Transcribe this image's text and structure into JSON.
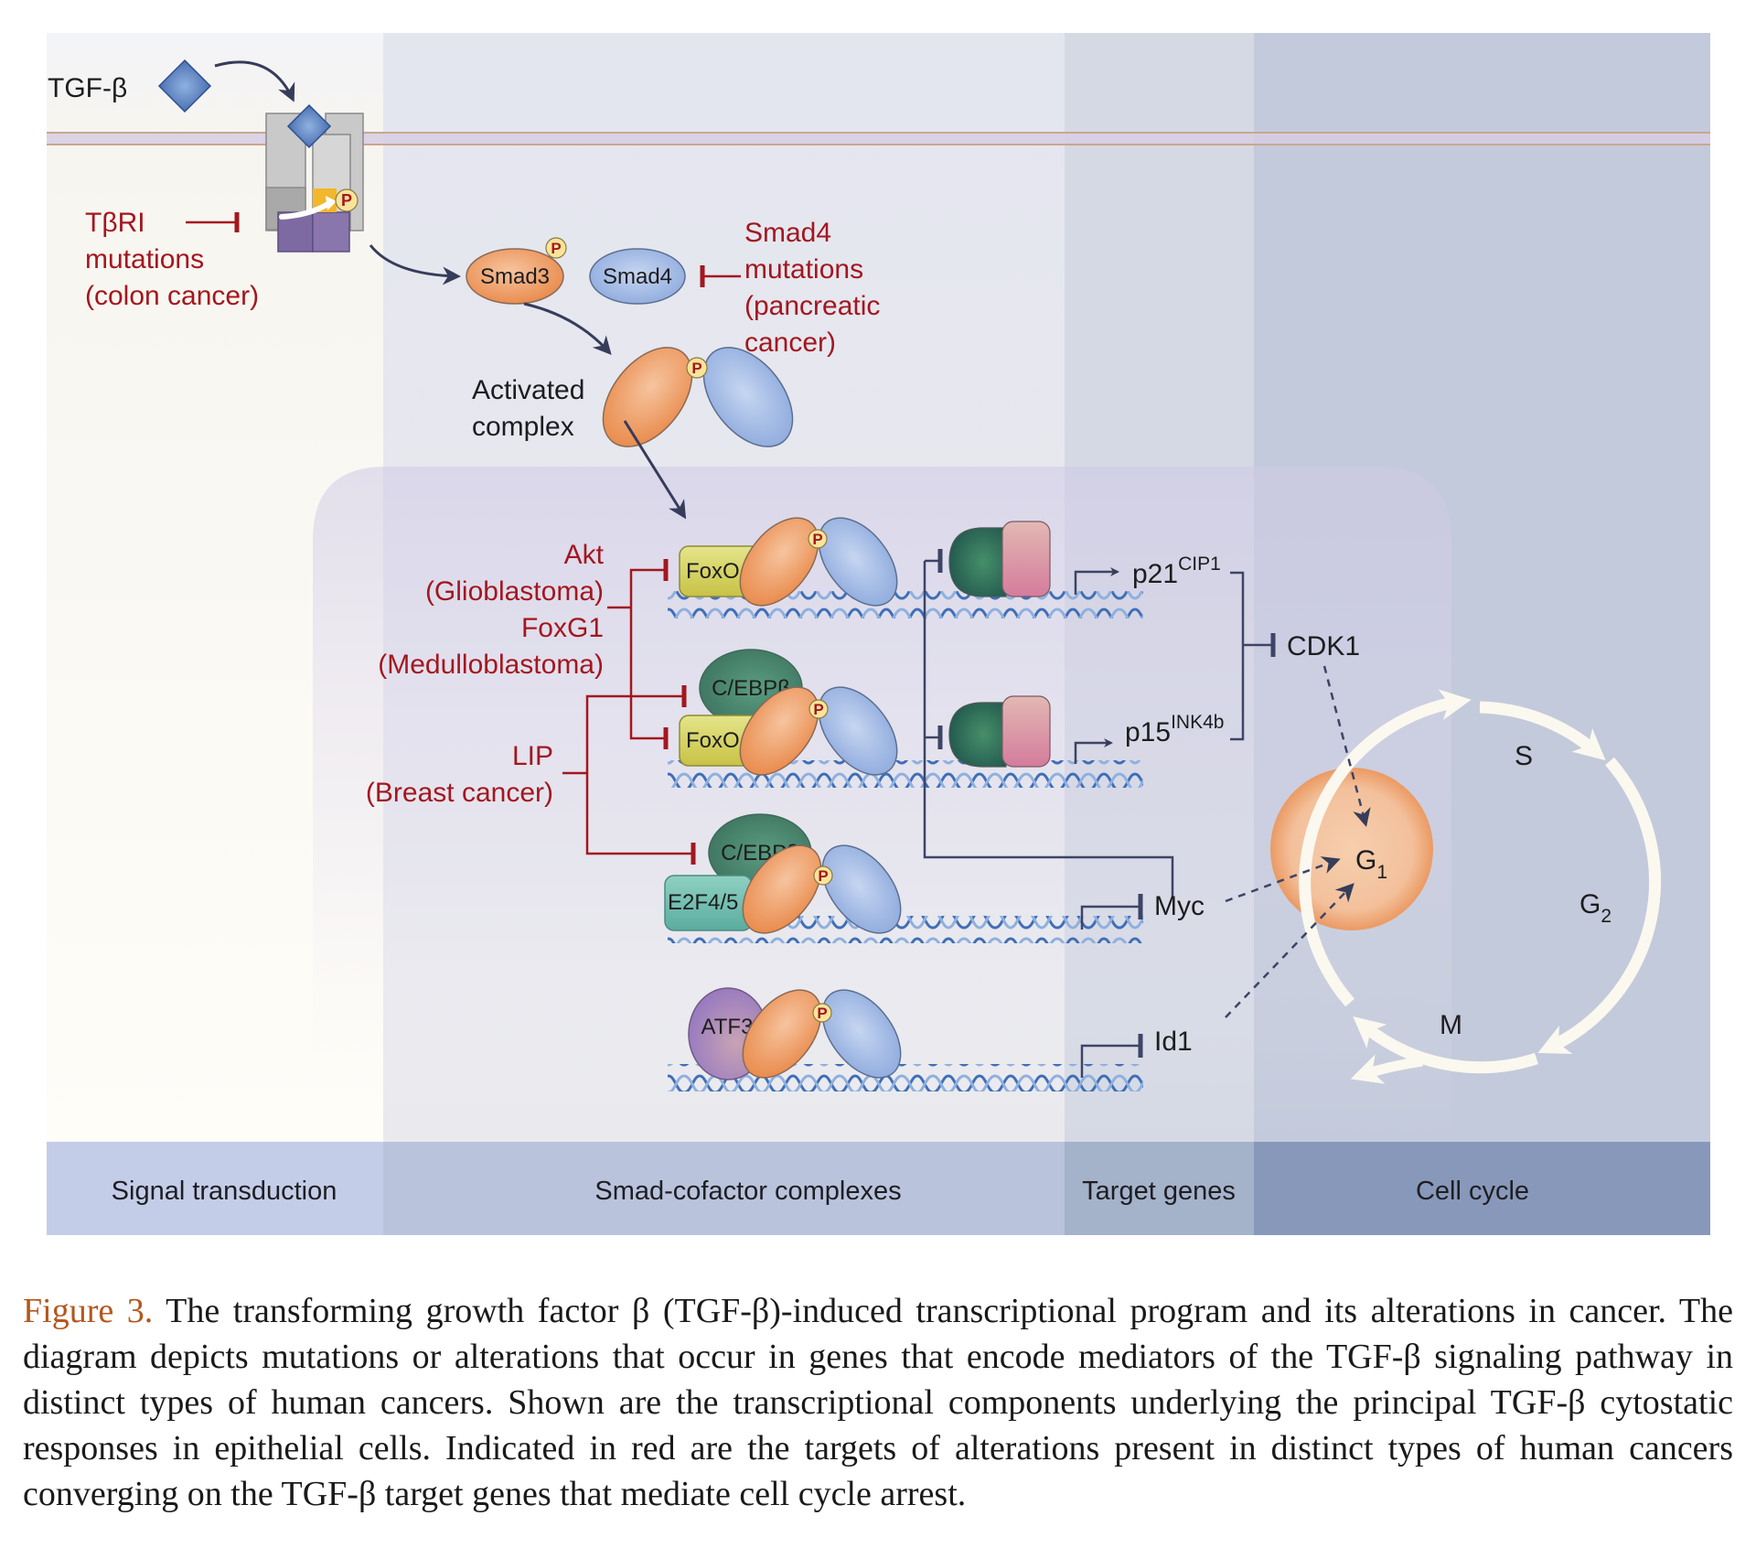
{
  "ligand": {
    "label": "TGF-β"
  },
  "phospho_label": "P",
  "receptor_mutation": {
    "lines": [
      "TβRI",
      "mutations",
      "(colon cancer)"
    ]
  },
  "smads": {
    "smad3": "Smad3",
    "smad4": "Smad4"
  },
  "smad4_mutation": {
    "lines": [
      "Smad4",
      "mutations",
      "(pancreatic",
      "cancer)"
    ]
  },
  "activated_complex": {
    "lines": [
      "Activated",
      "complex"
    ]
  },
  "alterations": {
    "akt": {
      "lines": [
        "Akt",
        "(Glioblastoma)"
      ]
    },
    "foxg1": {
      "lines": [
        "FoxG1",
        "(Medulloblastoma)"
      ]
    },
    "lip": {
      "lines": [
        "LIP",
        "(Breast cancer)"
      ]
    }
  },
  "cofactors": {
    "foxo": "FoxO",
    "cebpb": "C/EBPβ",
    "e2f45": "E2F4/5",
    "atf3": "ATF3"
  },
  "target_genes": {
    "p21": {
      "base": "p21",
      "sup": "CIP1"
    },
    "p15": {
      "base": "p15",
      "sup": "INK4b"
    },
    "myc": "Myc",
    "id1": "Id1",
    "cdk1": "CDK1"
  },
  "cell_cycle": {
    "g1": {
      "base": "G",
      "sub": "1"
    },
    "s": "S",
    "g2": {
      "base": "G",
      "sub": "2"
    },
    "m": "M"
  },
  "bands": [
    "Signal transduction",
    "Smad-cofactor complexes",
    "Target genes",
    "Cell cycle"
  ],
  "caption": {
    "label": "Figure 3.",
    "text": " The transforming growth factor β (TGF-β)-induced transcriptional program and its alterations in cancer. The diagram depicts mutations or alterations that occur in genes that encode mediators of the TGF-β signaling pathway in distinct types of human cancers. Shown are the transcriptional components underlying the principal TGF-β cytostatic responses in epithelial cells. Indicated in red are the targets of alterations present in distinct types of human cancers converging on the TGF-β target genes that mediate cell cycle arrest."
  },
  "colors": {
    "alteration_red": "#a3171f",
    "smad3_orange": "#ef9a5e",
    "smad4_blue": "#9fb9e4",
    "figure_label": "#b5571c"
  }
}
